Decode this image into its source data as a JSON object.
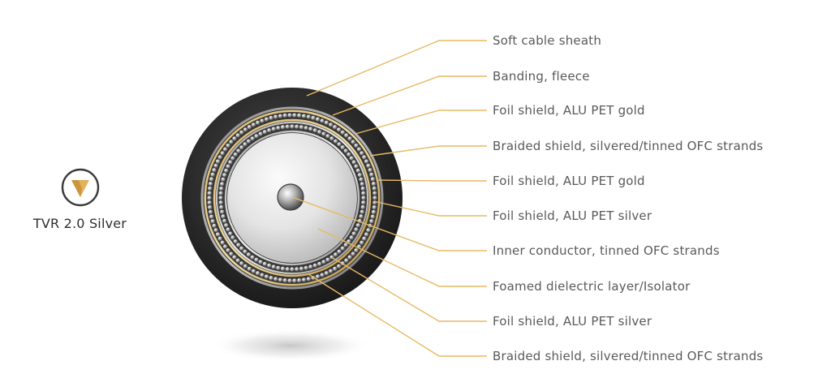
{
  "product": {
    "name": "TVR 2.0 Silver",
    "logo_icon": "v-monogram-logo-icon"
  },
  "colors": {
    "leader_line": "#e8b964",
    "label_text": "#5a5a5a",
    "logo_gold": "#e3b258",
    "logo_ring": "#3a3a3a"
  },
  "callouts": [
    {
      "label": "Soft cable sheath"
    },
    {
      "label": "Banding, fleece"
    },
    {
      "label": "Foil shield, ALU PET gold"
    },
    {
      "label": "Braided shield, silvered/tinned OFC strands"
    },
    {
      "label": "Foil shield, ALU PET gold"
    },
    {
      "label": "Foil shield, ALU PET silver"
    },
    {
      "label": "Inner conductor, tinned OFC strands"
    },
    {
      "label": "Foamed dielectric layer/Isolator"
    },
    {
      "label": "Foil shield, ALU PET silver"
    },
    {
      "label": "Braided shield, silvered/tinned OFC strands"
    }
  ]
}
